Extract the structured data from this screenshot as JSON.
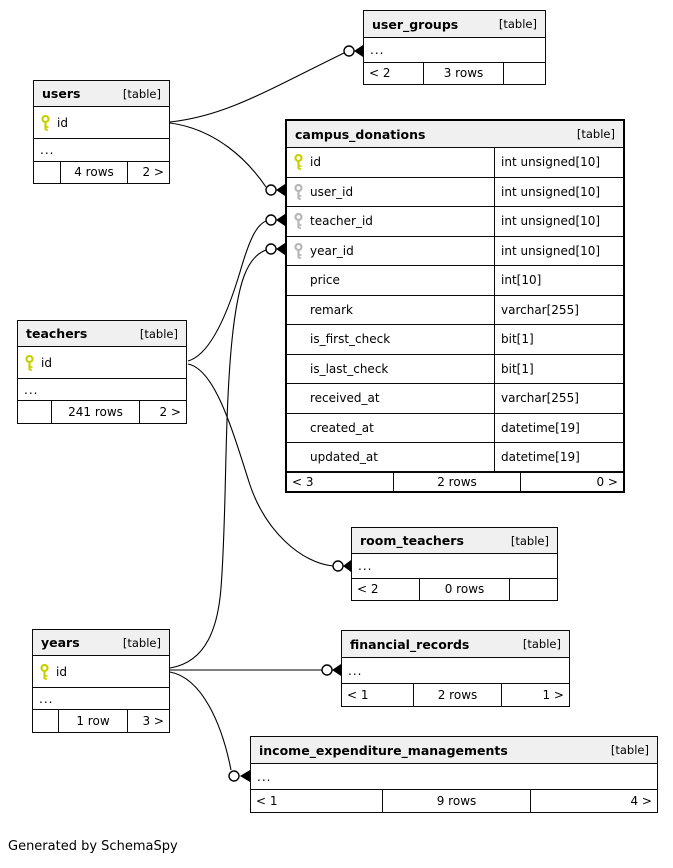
{
  "page": {
    "footnote": "Generated by SchemaSpy"
  },
  "colors": {
    "primary_key": "#c9d000",
    "foreign_key": "#b6b6b6",
    "header_bg": "#f0f0f0",
    "border": "#000000"
  },
  "tables": {
    "users": {
      "name": "users",
      "tag": "[table]",
      "ellipsis": "...",
      "fields": [
        {
          "name": "id",
          "key": "primary"
        }
      ],
      "footer": {
        "left": "",
        "center": "4 rows",
        "right": "2 >"
      }
    },
    "user_groups": {
      "name": "user_groups",
      "tag": "[table]",
      "ellipsis": "...",
      "footer": {
        "left": "< 2",
        "center": "3 rows",
        "right": ""
      }
    },
    "campus_donations": {
      "name": "campus_donations",
      "tag": "[table]",
      "fields": [
        {
          "name": "id",
          "type": "int unsigned[10]",
          "key": "primary"
        },
        {
          "name": "user_id",
          "type": "int unsigned[10]",
          "key": "foreign"
        },
        {
          "name": "teacher_id",
          "type": "int unsigned[10]",
          "key": "foreign"
        },
        {
          "name": "year_id",
          "type": "int unsigned[10]",
          "key": "foreign"
        },
        {
          "name": "price",
          "type": "int[10]"
        },
        {
          "name": "remark",
          "type": "varchar[255]"
        },
        {
          "name": "is_first_check",
          "type": "bit[1]"
        },
        {
          "name": "is_last_check",
          "type": "bit[1]"
        },
        {
          "name": "received_at",
          "type": "varchar[255]"
        },
        {
          "name": "created_at",
          "type": "datetime[19]"
        },
        {
          "name": "updated_at",
          "type": "datetime[19]"
        }
      ],
      "footer": {
        "left": "< 3",
        "center": "2 rows",
        "right": "0 >"
      }
    },
    "teachers": {
      "name": "teachers",
      "tag": "[table]",
      "ellipsis": "...",
      "fields": [
        {
          "name": "id",
          "key": "primary"
        }
      ],
      "footer": {
        "left": "",
        "center": "241 rows",
        "right": "2 >"
      }
    },
    "room_teachers": {
      "name": "room_teachers",
      "tag": "[table]",
      "ellipsis": "...",
      "footer": {
        "left": "< 2",
        "center": "0 rows",
        "right": ""
      }
    },
    "years": {
      "name": "years",
      "tag": "[table]",
      "ellipsis": "...",
      "fields": [
        {
          "name": "id",
          "key": "primary"
        }
      ],
      "footer": {
        "left": "",
        "center": "1 row",
        "right": "3 >"
      }
    },
    "financial_records": {
      "name": "financial_records",
      "tag": "[table]",
      "ellipsis": "...",
      "footer": {
        "left": "< 1",
        "center": "2 rows",
        "right": "1 >"
      }
    },
    "income_expenditure_managements": {
      "name": "income_expenditure_managements",
      "tag": "[table]",
      "ellipsis": "...",
      "footer": {
        "left": "< 1",
        "center": "9 rows",
        "right": "4 >"
      }
    }
  },
  "relationships": [
    {
      "from": "users.id",
      "to": "user_groups"
    },
    {
      "from": "users.id",
      "to": "campus_donations.user_id"
    },
    {
      "from": "teachers.id",
      "to": "campus_donations.teacher_id"
    },
    {
      "from": "teachers.id",
      "to": "room_teachers"
    },
    {
      "from": "years.id",
      "to": "campus_donations.year_id"
    },
    {
      "from": "years.id",
      "to": "financial_records"
    },
    {
      "from": "years.id",
      "to": "income_expenditure_managements"
    }
  ]
}
